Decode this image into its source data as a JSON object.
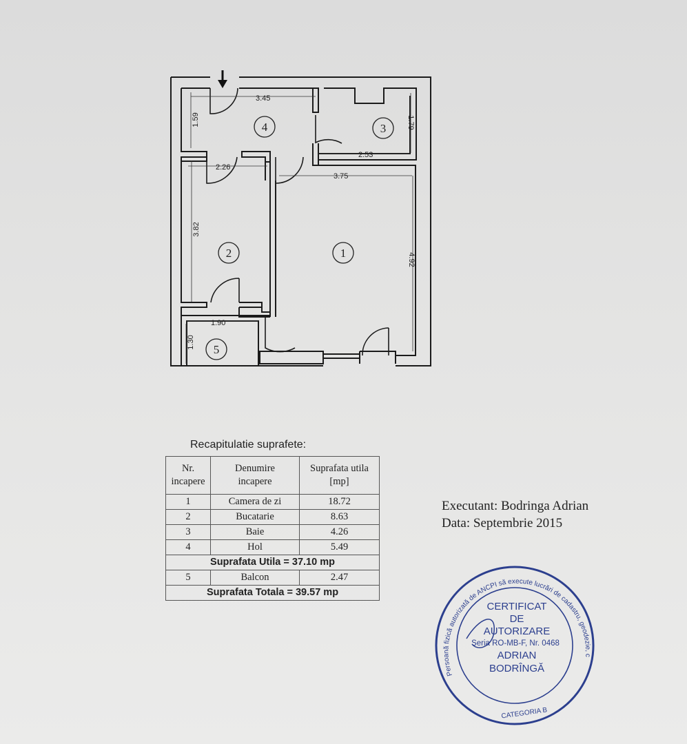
{
  "floor_plan": {
    "dimensions": {
      "hol_width": "3.45",
      "hol_depth": "1.59",
      "baie_depth": "1.79",
      "baie_width": "2.53",
      "bucatarie_width": "2.26",
      "camera_width": "3.75",
      "bucatarie_depth": "3.82",
      "camera_depth": "4.92",
      "balcon_width": "1.90",
      "balcon_depth": "1.30"
    },
    "room_labels": [
      "1",
      "2",
      "3",
      "4",
      "5"
    ]
  },
  "recap": {
    "title": "Recapitulatie suprafete:",
    "headers": {
      "nr_line1": "Nr.",
      "nr_line2": "incapere",
      "name_line1": "Denumire",
      "name_line2": "incapere",
      "area_line1": "Suprafata utila",
      "area_line2": "[mp]"
    },
    "rows": [
      {
        "nr": "1",
        "name": "Camera de zi",
        "area": "18.72"
      },
      {
        "nr": "2",
        "name": "Bucatarie",
        "area": "8.63"
      },
      {
        "nr": "3",
        "name": "Baie",
        "area": "4.26"
      },
      {
        "nr": "4",
        "name": "Hol",
        "area": "5.49"
      }
    ],
    "subtotal": "Suprafata Utila  =  37.10 mp",
    "balcony": {
      "nr": "5",
      "name": "Balcon",
      "area": "2.47"
    },
    "total": "Suprafata Totala  =  39.57 mp"
  },
  "executant": {
    "line1": "Executant:  Bodringa  Adrian",
    "line2": "Data: Septembrie 2015"
  },
  "stamp": {
    "ring_text": "Persoană fizică autorizată de ANCPI să execute lucrări de cadastru, geodezie, cartografie",
    "bottom_text": "CATEGORIA B",
    "line1": "CERTIFICAT",
    "line2": "DE",
    "line3": "AUTORIZARE",
    "line4": "Seria RO-MB-F, Nr. 0468",
    "line5": "ADRIAN",
    "line6": "BODRÎNGĂ",
    "color": "#2c3f8e"
  }
}
